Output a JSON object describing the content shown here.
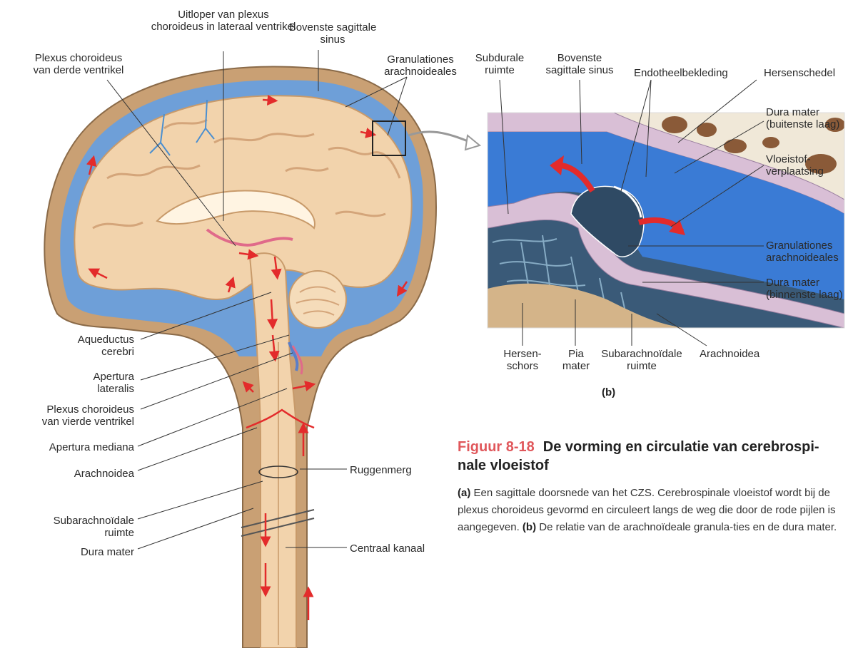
{
  "figure": {
    "number": "Figuur 8-18",
    "title": "De vorming en circulatie van cerebrospi-nale vloeistof",
    "title_line1": "De vorming en circulatie van cerebrospi-",
    "title_line2": "nale vloeistof",
    "caption": {
      "a_marker": "(a)",
      "a_text": "Een sagittale doorsnede van het CZS. Cerebrospinale vloeistof wordt bij de plexus choroideus gevormd en circuleert langs de weg die door de rode pijlen is aangegeven.",
      "b_marker": "(b)",
      "b_text": "De relatie van de arachnoïdeale granula-ties en de dura mater."
    },
    "panel_b_label": "(b)"
  },
  "labels_a": {
    "uitloper_line1": "Uitloper van plexus",
    "uitloper_line2": "choroideus in lateraal ventrikel",
    "bovenste_line1": "Bovenste sagittale",
    "bovenste_line2": "sinus",
    "plexus3_line1": "Plexus choroideus",
    "plexus3_line2": "van derde ventrikel",
    "granulationes_line1": "Granulationes",
    "granulationes_line2": "arachnoideales",
    "aqueductus_line1": "Aqueductus",
    "aqueductus_line2": "cerebri",
    "apertura_lat_line1": "Apertura",
    "apertura_lat_line2": "lateralis",
    "plexus4_line1": "Plexus choroideus",
    "plexus4_line2": "van vierde ventrikel",
    "apertura_med": "Apertura mediana",
    "arachnoidea": "Arachnoidea",
    "subarach_line1": "Subarachnoïdale",
    "subarach_line2": "ruimte",
    "dura": "Dura mater",
    "ruggenmerg": "Ruggenmerg",
    "centraal": "Centraal kanaal"
  },
  "labels_b": {
    "subdurale_line1": "Subdurale",
    "subdurale_line2": "ruimte",
    "bovenste_line1": "Bovenste",
    "bovenste_line2": "sagittale sinus",
    "endotheel": "Endotheelbekleding",
    "hersenschedel": "Hersenschedel",
    "dura_buiten_line1": "Dura mater",
    "dura_buiten_line2": "(buitenste laag)",
    "vloeistof_line1": "Vloeistof-",
    "vloeistof_line2": "verplaatsing",
    "gran_line1": "Granulationes",
    "gran_line2": "arachnoideales",
    "dura_binnen_line1": "Dura mater",
    "dura_binnen_line2": "(binnenste laag)",
    "hersen_line1": "Hersen-",
    "hersen_line2": "schors",
    "pia_line1": "Pia",
    "pia_line2": "mater",
    "subarach_line1": "Subarachnoïdale",
    "subarach_line2": "ruimte",
    "arachnoidea": "Arachnoidea"
  },
  "colors": {
    "csf_blue": "#6e9fd8",
    "brain": "#f2d3ac",
    "brain_shadow": "#d9a878",
    "dura": "#b98a5a",
    "arrow_red": "#e32b2b",
    "caption_red": "#e0575b"
  }
}
